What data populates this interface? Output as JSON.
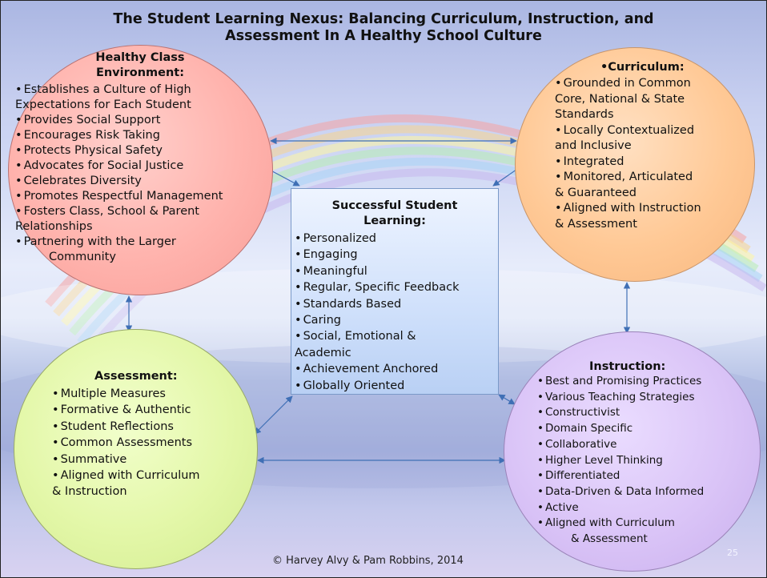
{
  "title": {
    "line1": "The Student Learning Nexus: Balancing Curriculum, Instruction, and",
    "line2": "Assessment In A Healthy School Culture"
  },
  "environment": {
    "heading_line1": "Healthy Class",
    "heading_line2": "Environment:",
    "items": [
      "Establishes a Culture of High",
      "Expectations for Each Student",
      "Provides Social Support",
      "Encourages Risk Taking",
      "Protects Physical Safety",
      "Advocates for Social Justice",
      "Celebrates Diversity",
      "Promotes Respectful Management",
      "Fosters Class, School & Parent",
      "Relationships",
      "Partnering with the Larger",
      "Community"
    ]
  },
  "curriculum": {
    "heading": "Curriculum:",
    "items": [
      "Grounded in Common",
      "Core, National & State",
      "Standards",
      "Locally Contextualized",
      "and Inclusive",
      "Integrated",
      "Monitored, Articulated",
      "& Guaranteed",
      "Aligned with Instruction",
      "& Assessment"
    ]
  },
  "learning": {
    "heading_line1": "Successful Student",
    "heading_line2": "Learning:",
    "items": [
      "Personalized",
      "Engaging",
      "Meaningful",
      "Regular, Specific Feedback",
      "Standards Based",
      "Caring",
      "Social, Emotional &",
      "Academic",
      "Achievement Anchored",
      "Globally Oriented"
    ]
  },
  "assessment": {
    "heading": "Assessment:",
    "items": [
      "Multiple Measures",
      "Formative & Authentic",
      "Student Reflections",
      "Common Assessments",
      "Summative",
      "Aligned with Curriculum",
      "& Instruction"
    ]
  },
  "instruction": {
    "heading": "Instruction:",
    "items": [
      "Best and Promising Practices",
      "Various Teaching Strategies",
      "Constructivist",
      "Domain Specific",
      "Collaborative",
      "Higher Level Thinking",
      "Differentiated",
      "Data-Driven & Data Informed",
      "Active",
      "Aligned with Curriculum",
      "& Assessment"
    ]
  },
  "bullet": "•",
  "copyright": "© Harvey Alvy & Pam Robbins, 2014",
  "slide_number": "25",
  "colors": {
    "environment_fill": "#ffb3ad",
    "curriculum_fill": "#ffc996",
    "assessment_fill": "#e3f7a8",
    "instruction_fill": "#dac4f7",
    "learning_fill": "#cfe0fb",
    "connector": "#3f6fb5"
  }
}
